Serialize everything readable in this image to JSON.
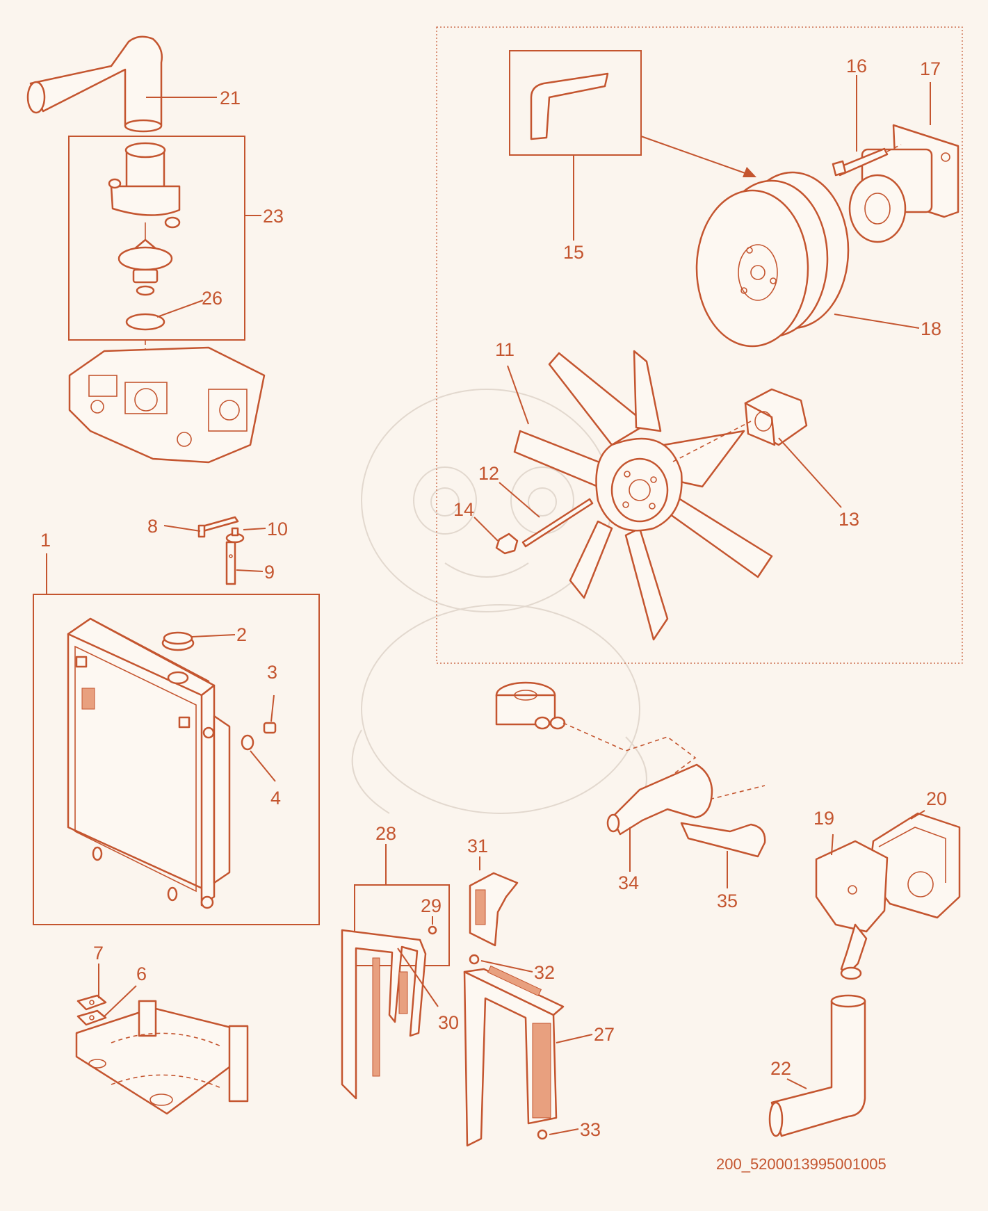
{
  "figure_ref": "200_5200013995001005",
  "colors": {
    "line": "#c4552f",
    "background": "#fbf5ee",
    "fill": "#fdf8f2",
    "mesh": "#e8a07f"
  },
  "callouts": {
    "c1": "1",
    "c2": "2",
    "c3": "3",
    "c4": "4",
    "c6": "6",
    "c7": "7",
    "c8": "8",
    "c9": "9",
    "c10": "10",
    "c11": "11",
    "c12": "12",
    "c13": "13",
    "c14": "14",
    "c15": "15",
    "c16": "16",
    "c17": "17",
    "c18": "18",
    "c19": "19",
    "c20": "20",
    "c21": "21",
    "c22": "22",
    "c23": "23",
    "c26": "26",
    "c27": "27",
    "c28": "28",
    "c29": "29",
    "c30": "30",
    "c31": "31",
    "c32": "32",
    "c33": "33",
    "c34": "34",
    "c35": "35"
  }
}
